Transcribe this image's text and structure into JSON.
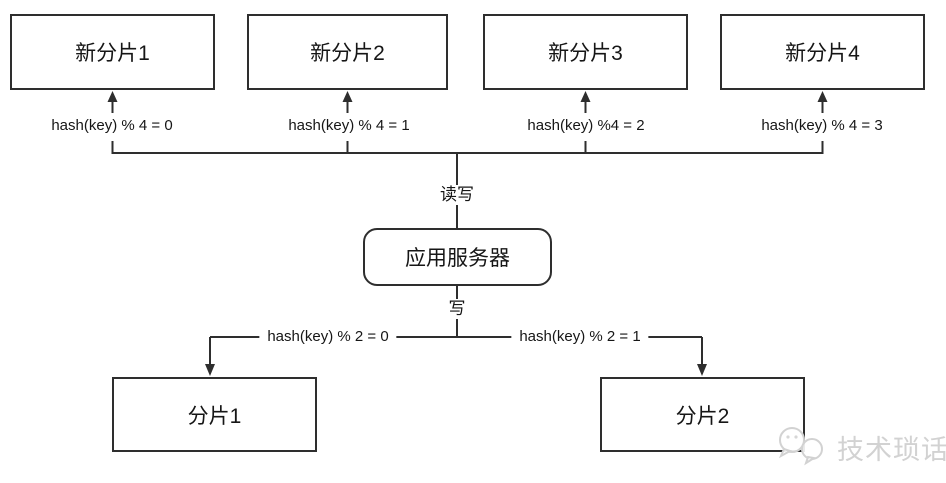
{
  "diagram": {
    "new_shards": [
      {
        "label": "新分片1",
        "hash_label": "hash(key) % 4 = 0"
      },
      {
        "label": "新分片2",
        "hash_label": "hash(key) % 4 = 1"
      },
      {
        "label": "新分片3",
        "hash_label": "hash(key) %4 = 2"
      },
      {
        "label": "新分片4",
        "hash_label": "hash(key) % 4 = 3"
      }
    ],
    "center": {
      "read_write_label": "读写",
      "app_server_label": "应用服务器",
      "write_label": "写"
    },
    "old_shards": [
      {
        "label": "分片1",
        "hash_label": "hash(key) % 2 = 0"
      },
      {
        "label": "分片2",
        "hash_label": "hash(key) % 2 = 1"
      }
    ],
    "watermark": {
      "text": "技术琐话",
      "icon": "chat-bubbles-icon"
    },
    "colors": {
      "background": "#ffffff",
      "line": "#2e2e2e",
      "text": "#161616",
      "watermark": "#d2d2d2"
    }
  }
}
